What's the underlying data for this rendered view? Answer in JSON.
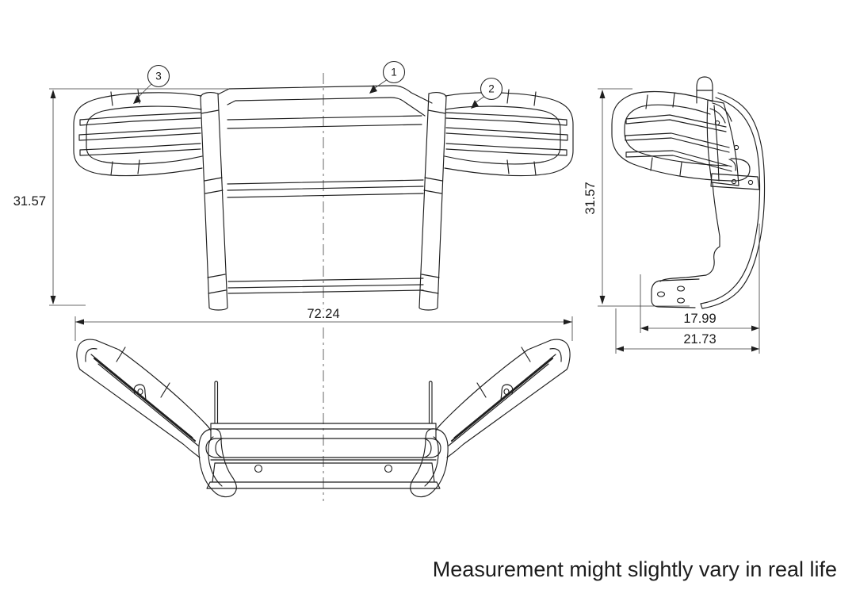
{
  "canvas": {
    "background": "#ffffff",
    "line_color": "#1f1f1f"
  },
  "disclaimer": "Measurement might slightly vary in real life",
  "callouts": {
    "c1": "1",
    "c2": "2",
    "c3": "3"
  },
  "dimensions": {
    "front_height": "31.57",
    "side_height": "31.57",
    "side_depth_inner": "17.99",
    "side_depth_overall": "21.73",
    "top_width": "72.24"
  }
}
